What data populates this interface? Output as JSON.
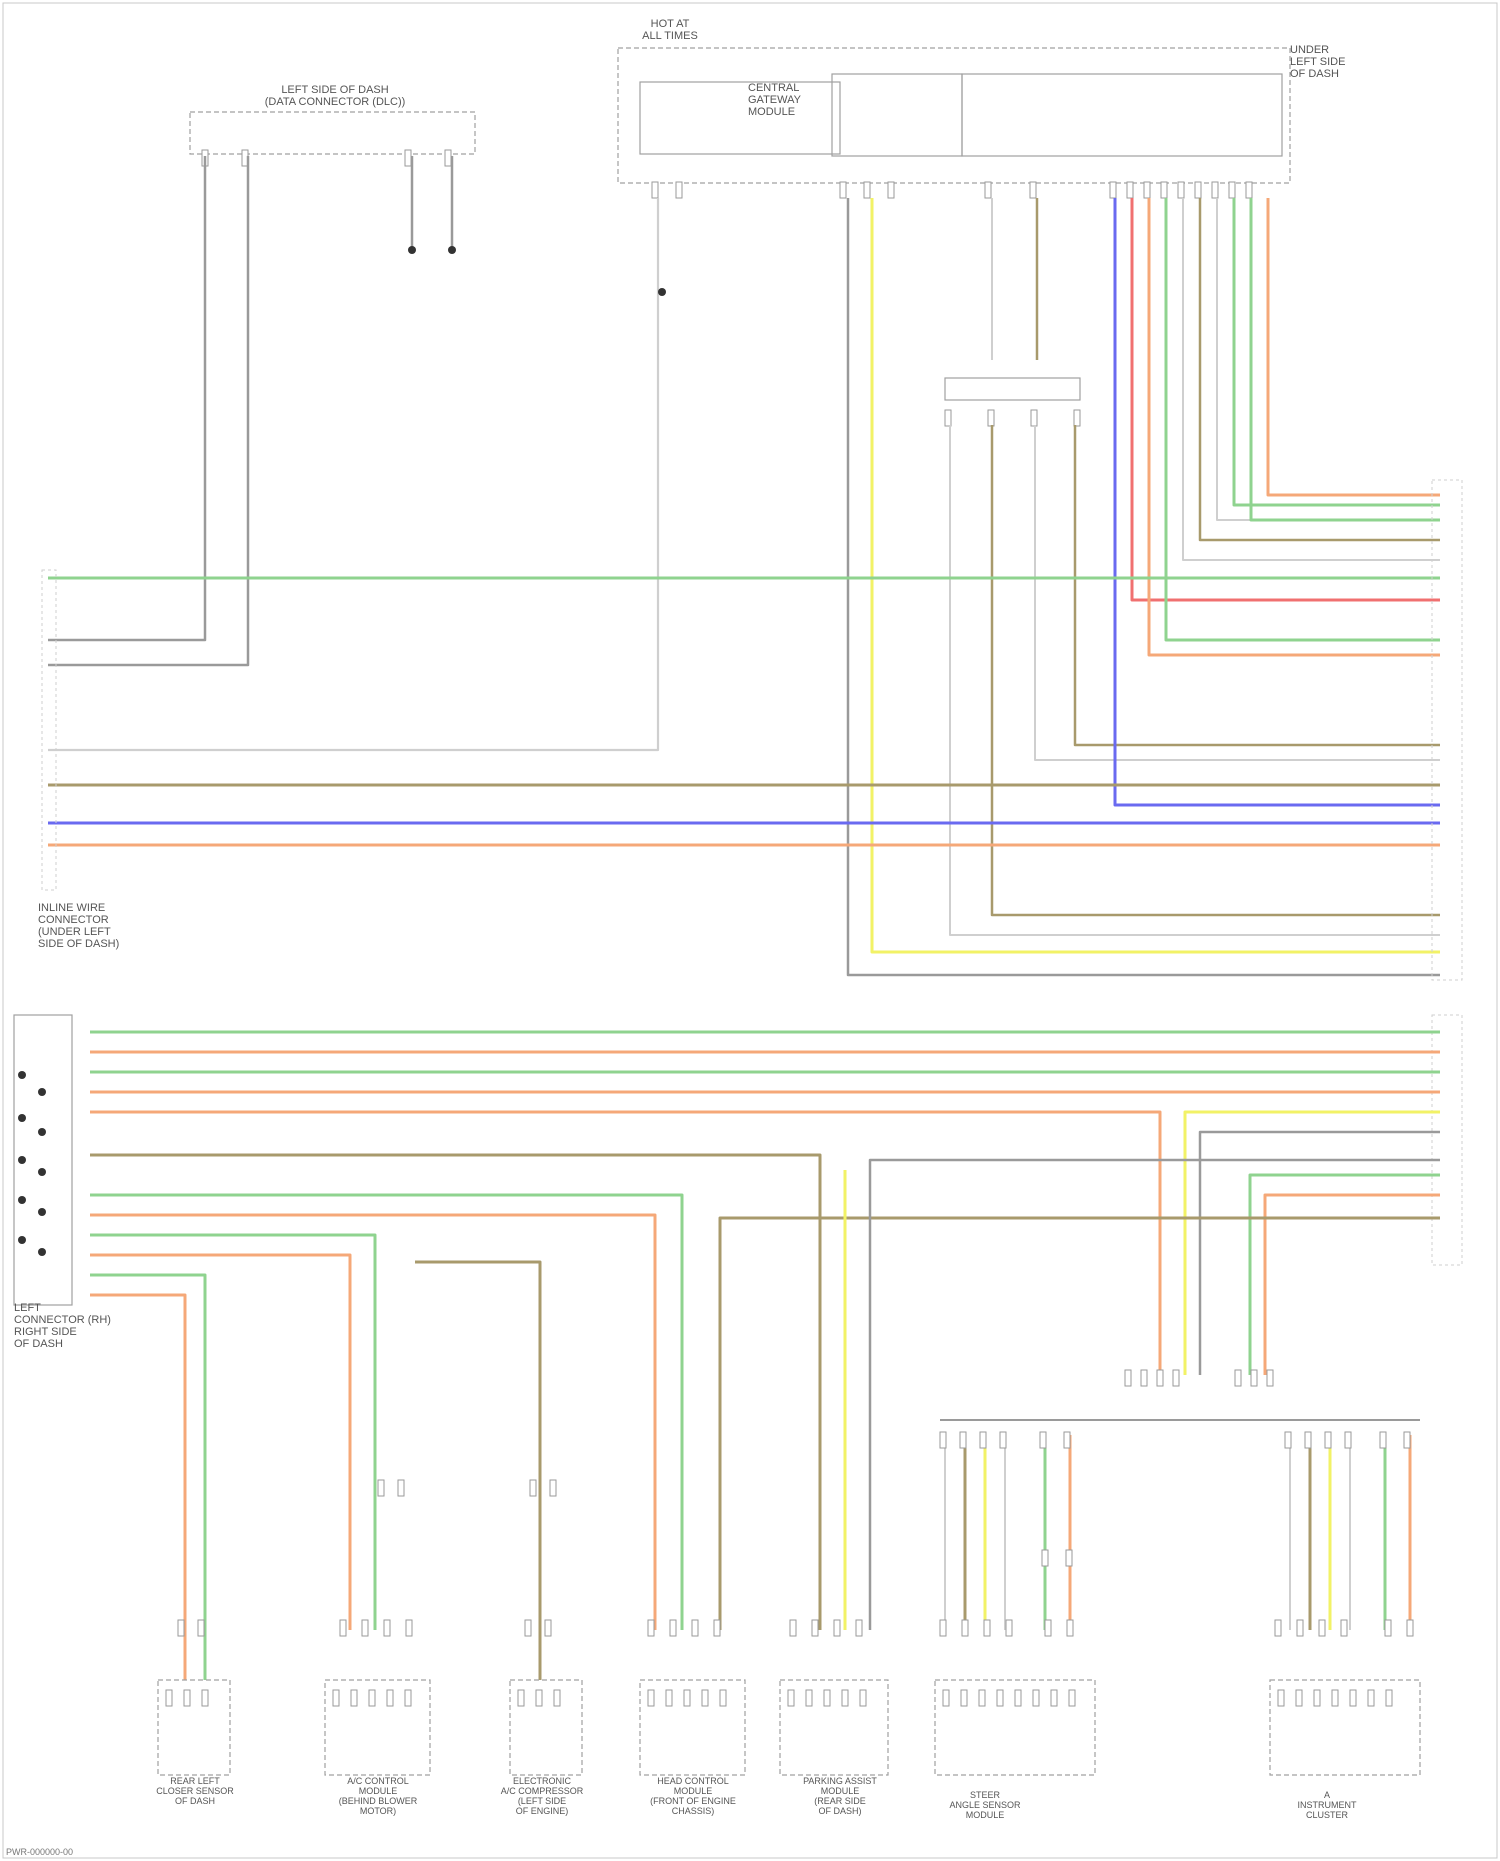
{
  "colors": {
    "green": "#8fd38f",
    "orange": "#f5a878",
    "blue": "#6a6af0",
    "red": "#f07070",
    "yellow": "#f2f266",
    "brown": "#a89a6c",
    "gray": "#9a9a9a",
    "lightgray": "#cfcfcf",
    "dashed": "#a0a0a0"
  },
  "labels": {
    "top_left_module": "LEFT SIDE OF DASH\n(DATA CONNECTOR (DLC))",
    "hot_at_all_times": "HOT AT\nALL TIMES",
    "central_module_small": "CENTRAL\nGATEWAY\nMODULE",
    "right_top_module": "UNDER\nLEFT SIDE\nOF DASH",
    "inline_connector_left": "INLINE WIRE\nCONNECTOR\n(UNDER LEFT\nSIDE OF DASH)",
    "inline_connector_bottom": "LEFT\nCONNECTOR (RH)\nRIGHT SIDE\nOF DASH",
    "bottom_comp_1": "REAR LEFT\nCLOSER SENSOR\nOF DASH",
    "bottom_comp_2": "A/C CONTROL\nMODULE\n(BEHIND BLOWER\nMOTOR)",
    "bottom_comp_3": "ELECTRONIC\nA/C COMPRESSOR\n(LEFT SIDE\nOF ENGINE)",
    "bottom_comp_4": "HEAD CONTROL\nMODULE\n(FRONT OF ENGINE\nCHASSIS)",
    "bottom_comp_5": "PARKING ASSIST\nMODULE\n(REAR SIDE\nOF DASH)",
    "bottom_comp_6": "STEER\nANGLE SENSOR\nMODULE",
    "bottom_comp_7": "A\nINSTRUMENT\nCLUSTER",
    "footer": "PWR-000000-00"
  }
}
